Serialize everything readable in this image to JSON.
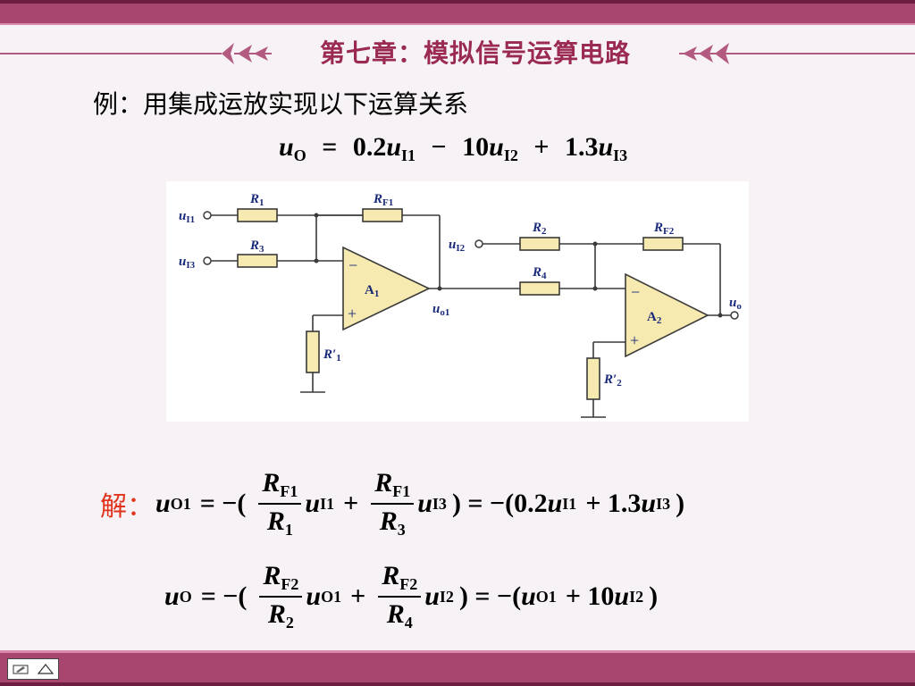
{
  "header": {
    "chapter_title": "第七章：模拟信号运算电路"
  },
  "intro": "例：用集成运放实现以下运算关系",
  "target_equation": {
    "lhs": "u",
    "lhs_sub": "O",
    "t1_coef": "0.2",
    "t1_var": "u",
    "t1_sub": "I1",
    "op2": "−",
    "t2_coef": "10",
    "t2_var": "u",
    "t2_sub": "I2",
    "op3": "+",
    "t3_coef": "1.3",
    "t3_var": "u",
    "t3_sub": "I3"
  },
  "circuit": {
    "in1": "u",
    "in1_sub": "I1",
    "in3": "u",
    "in3_sub": "I3",
    "in2": "u",
    "in2_sub": "I2",
    "r1": "R",
    "r1_sub": "1",
    "r3": "R",
    "r3_sub": "3",
    "rf1": "R",
    "rf1_sub": "F1",
    "a1": "A",
    "a1_sub": "1",
    "r1p": "R′",
    "r1p_sub": "1",
    "uo1": "u",
    "uo1_sub": "o1",
    "r2": "R",
    "r2_sub": "2",
    "r4": "R",
    "r4_sub": "4",
    "rf2": "R",
    "rf2_sub": "F2",
    "a2": "A",
    "a2_sub": "2",
    "r2p": "R′",
    "r2p_sub": "2",
    "out": "u",
    "out_sub": "o",
    "minus": "−",
    "plus": "+"
  },
  "solution": {
    "label": "解：",
    "eq1": {
      "lhs_sub": "O1",
      "open": "= −(",
      "f1_num_sub": "F1",
      "f1_den_sub": "1",
      "v1_sub": "I1",
      "f2_num_sub": "F1",
      "f2_den_sub": "3",
      "v2_sub": "I3",
      "mid": ") = −(0.2",
      "v3_sub": "I1",
      "plus2": "+ 1.3",
      "v4_sub": "I3",
      "close": ")"
    },
    "eq2": {
      "lhs_sub": "O",
      "open": "= −(",
      "f1_num_sub": "F2",
      "f1_den_sub": "2",
      "v1_sub": "O1",
      "f2_num_sub": "F2",
      "f2_den_sub": "4",
      "v2_sub": "I2",
      "mid": ") = −(",
      "v3_sub": "O1",
      "plus2": "+ 10",
      "v4_sub": "I2",
      "close": ")"
    },
    "u": "u",
    "R": "R",
    "plus": "+"
  },
  "colors": {
    "bar": "#a9466f",
    "title": "#9b2a52",
    "solve_label": "#e0341d",
    "resistor_fill": "#f6eab0",
    "wire": "#3a3a3a"
  },
  "icons": [
    "left-ornament-icon",
    "right-ornament-icon",
    "pen-icon",
    "triangle-home-icon"
  ]
}
